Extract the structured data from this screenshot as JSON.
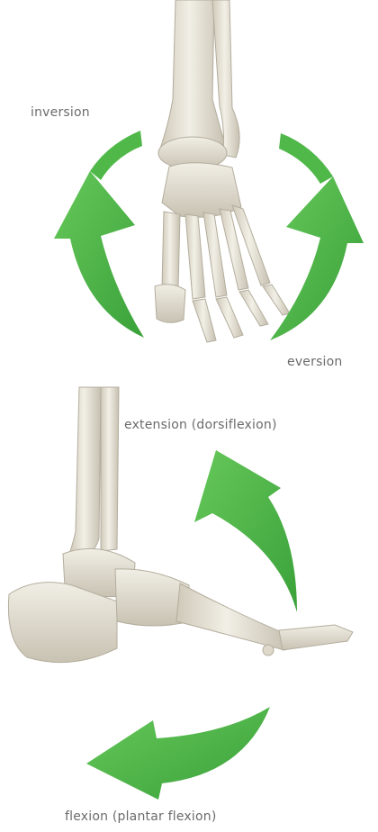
{
  "labels": {
    "inversion": "inversion",
    "eversion": "eversion",
    "extension": "extension (dorsiflexion)",
    "flexion": "flexion (plantar flexion)"
  },
  "colors": {
    "arrow": "#4fb848",
    "arrow_dark": "#2f8f2f",
    "bone": "#e6e2d6",
    "bone_shade": "#c9c4b5",
    "bone_outline": "#a8a292",
    "label": "#6b6b6b"
  }
}
